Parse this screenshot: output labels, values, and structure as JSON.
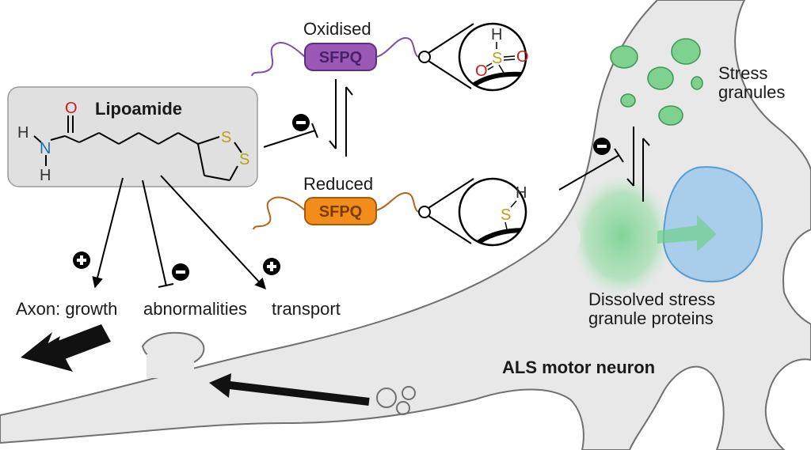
{
  "lipoamide": {
    "title": "Lipoamide",
    "atoms": {
      "o": "O",
      "n": "N",
      "h1": "H",
      "h2": "H",
      "s1": "S",
      "s2": "S"
    }
  },
  "sfpq": {
    "oxidised_label": "Oxidised",
    "reduced_label": "Reduced",
    "protein_label": "SFPQ",
    "oxidised_atoms": {
      "h": "H",
      "s": "S",
      "o1": "O",
      "o2": "O"
    },
    "reduced_atoms": {
      "h": "H",
      "s": "S"
    }
  },
  "effects": {
    "axon_growth": "Axon: growth",
    "abnormalities": "abnormalities",
    "transport": "transport"
  },
  "neuron": {
    "stress_granules": [
      "Stress",
      "granules"
    ],
    "dissolved": [
      "Dissolved stress",
      "granule proteins"
    ],
    "name": "ALS motor neuron"
  },
  "colors": {
    "cell": "#e8e8e8",
    "oxidised": "#9b59b6",
    "reduced": "#f28c1b",
    "granule": "#7fd18f",
    "nucleus": "#9cc9ec",
    "sulfur": "#b5a312",
    "oxygen": "#cc1b1b",
    "nitrogen": "#1f6fa8"
  },
  "icons": [
    "plus-sign-icon",
    "minus-sign-icon",
    "arrow-icon",
    "inhibition-bar-icon",
    "zoom-lens-icon"
  ]
}
